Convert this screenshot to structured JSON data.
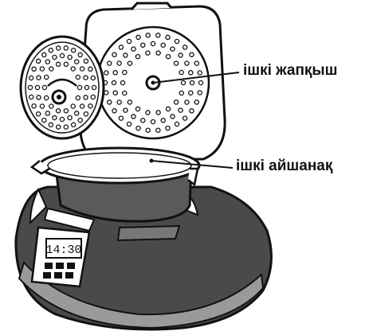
{
  "diagram": {
    "labels": {
      "inner_lid": "ішкі жапқыш",
      "inner_pot": "ішкі айшанақ"
    },
    "display_text": "14:30"
  },
  "colors": {
    "outline": "#111111",
    "body_dark": "#4a4a4a",
    "body_band": "#9a9a9a",
    "bowl": "#5a5a5a",
    "background": "#ffffff"
  }
}
